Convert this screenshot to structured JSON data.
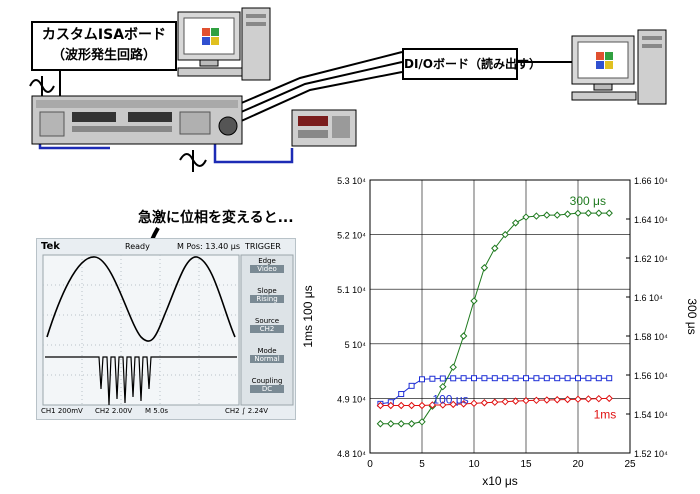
{
  "top": {
    "isa_board_line1": "カスタムISAボード",
    "isa_board_line2": "（波形発生回路）",
    "dio_board": "DI/Oボード（読み出す）",
    "caption": "急激に位相を変えると..."
  },
  "scope": {
    "brand": "Tek",
    "status": "Ready",
    "mpos": "M Pos: 13.40 μs",
    "trigger_title": "TRIGGER",
    "menu": [
      {
        "label": "Edge",
        "value": "Video"
      },
      {
        "label": "Slope",
        "value": "Rising"
      },
      {
        "label": "Source",
        "value": "CH2"
      },
      {
        "label": "Mode",
        "value": "Normal"
      },
      {
        "label": "Coupling",
        "value": "DC"
      }
    ],
    "bottom_ch1": "CH1 200mV",
    "bottom_ch2": "CH2 2.00V",
    "bottom_m": "M 5.0s",
    "bottom_trig": "CH2 ∫ 2.24V"
  },
  "chart_data": {
    "type": "line",
    "xlabel": "x10 μs",
    "ylabel_left": "1ms 100 μs",
    "ylabel_right": "300 μs",
    "xlim": [
      0,
      25
    ],
    "x_ticks": [
      "0",
      "5",
      "10",
      "15",
      "20",
      "25"
    ],
    "ylim_left": [
      4.8,
      5.3
    ],
    "y_ticks_left": [
      "4.8 10⁴",
      "4.9 10⁴",
      "5 10⁴",
      "5.1 10⁴",
      "5.2 10⁴",
      "5.3 10⁴"
    ],
    "ylim_right": [
      1.52,
      1.66
    ],
    "y_ticks_right": [
      "1.52 10⁴",
      "1.54 10⁴",
      "1.56 10⁴",
      "1.58 10⁴",
      "1.6 10⁴",
      "1.62 10⁴",
      "1.64 10⁴",
      "1.66 10⁴"
    ],
    "colors": {
      "100us": "#1f2fd6",
      "300us": "#1f7a1f",
      "1ms": "#e01010"
    },
    "series": [
      {
        "name": "100 μs",
        "axis": "left",
        "marker": "square",
        "x": [
          1,
          2,
          3,
          4,
          5,
          6,
          7,
          8,
          9,
          10,
          11,
          12,
          13,
          14,
          15,
          16,
          17,
          18,
          19,
          20,
          21,
          22,
          23
        ],
        "y": [
          48900,
          48930,
          49080,
          49230,
          49350,
          49360,
          49365,
          49368,
          49370,
          49370,
          49370,
          49370,
          49370,
          49370,
          49370,
          49370,
          49370,
          49370,
          49370,
          49370,
          49370,
          49370,
          49370
        ]
      },
      {
        "name": "300 μs",
        "axis": "right",
        "marker": "diamond",
        "x": [
          1,
          2,
          3,
          4,
          5,
          6,
          7,
          8,
          9,
          10,
          11,
          12,
          13,
          14,
          15,
          16,
          17,
          18,
          19,
          20,
          21,
          22,
          23
        ],
        "y": [
          15350,
          15350,
          15350,
          15350,
          15360,
          15440,
          15540,
          15640,
          15800,
          15980,
          16150,
          16250,
          16320,
          16380,
          16410,
          16415,
          16420,
          16420,
          16425,
          16430,
          16430,
          16430,
          16430
        ]
      },
      {
        "name": "1ms",
        "axis": "left",
        "marker": "diamond",
        "x": [
          1,
          2,
          3,
          4,
          5,
          6,
          7,
          8,
          9,
          10,
          11,
          12,
          13,
          14,
          15,
          16,
          17,
          18,
          19,
          20,
          21,
          22,
          23
        ],
        "y": [
          48870,
          48870,
          48870,
          48870,
          48870,
          48880,
          48880,
          48890,
          48900,
          48910,
          48920,
          48930,
          48940,
          48950,
          48960,
          48965,
          48970,
          48975,
          48980,
          48985,
          48990,
          48995,
          49000
        ]
      }
    ],
    "annotations": [
      "100 μs",
      "300 μs",
      "1ms"
    ]
  }
}
